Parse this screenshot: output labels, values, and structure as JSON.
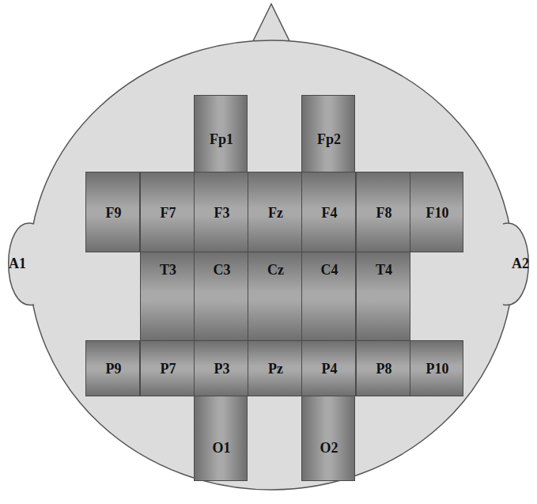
{
  "diagram": {
    "nodes": [
      {
        "text": [
          "Fp1"
        ]
      },
      {
        "text": [
          "Fp2"
        ]
      },
      {
        "text": [
          "F9"
        ]
      },
      {
        "text": [
          "F7"
        ]
      },
      {
        "text": [
          "F3"
        ]
      },
      {
        "text": [
          "Fz"
        ]
      },
      {
        "text": [
          "F4"
        ]
      },
      {
        "text": [
          "F8"
        ]
      },
      {
        "text": [
          "F10"
        ]
      },
      {
        "text": [
          "A1"
        ]
      },
      {
        "text": [
          "T3"
        ]
      },
      {
        "text": [
          "C3"
        ]
      },
      {
        "text": [
          "Cz"
        ]
      },
      {
        "text": [
          "C4"
        ]
      },
      {
        "text": [
          "T4"
        ]
      },
      {
        "text": [
          "A2"
        ]
      },
      {
        "text": [
          "P9"
        ]
      },
      {
        "text": [
          "P7"
        ]
      },
      {
        "text": [
          "P3"
        ]
      },
      {
        "text": [
          "Pz"
        ]
      },
      {
        "text": [
          "P4"
        ]
      },
      {
        "text": [
          "P8"
        ]
      },
      {
        "text": [
          "P10"
        ]
      },
      {
        "text": [
          "O1"
        ]
      },
      {
        "text": [
          "O2"
        ]
      }
    ]
  }
}
